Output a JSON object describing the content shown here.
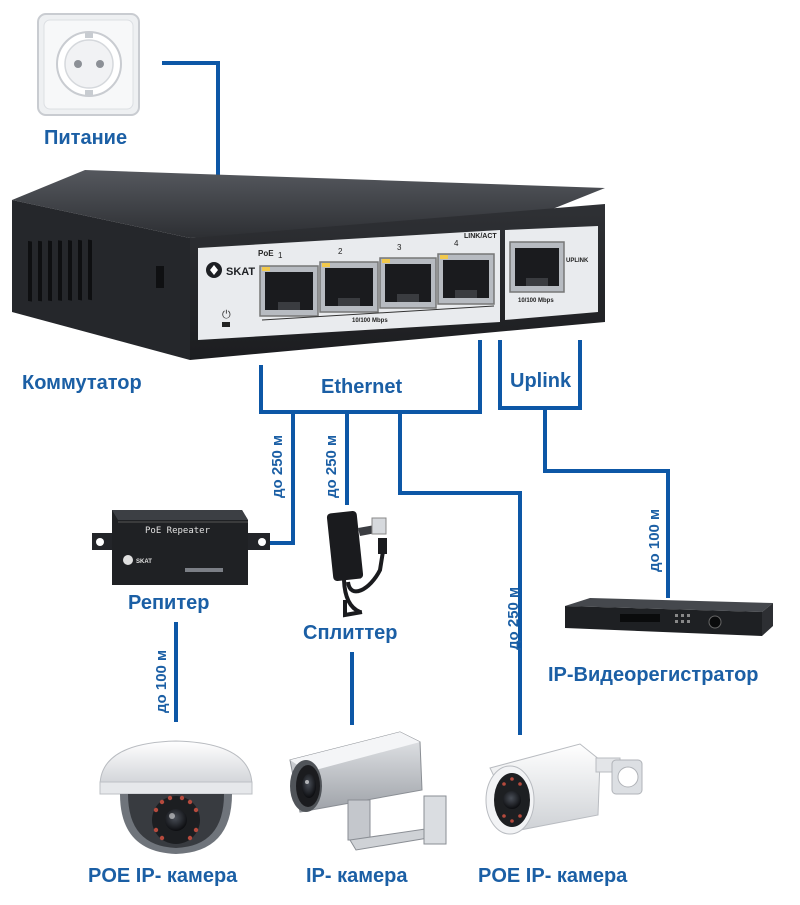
{
  "labels": {
    "power": "Питание",
    "switch": "Коммутатор",
    "ethernet": "Ethernet",
    "uplink": "Uplink",
    "repeater": "Репитер",
    "splitter": "Сплиттер",
    "nvr": "IP-Видеорегистратор",
    "camera_poe_left": "POE IP- камера",
    "camera_ip": "IP- камера",
    "camera_poe_right": "POE IP- камера"
  },
  "distances": {
    "to_repeater": "до 250 м",
    "to_splitter": "до 250 м",
    "to_poe_camera": "до 250 м",
    "to_nvr": "до 100 м",
    "repeater_to_camera": "до 100 м"
  },
  "device_text": {
    "brand": "SKAT",
    "speed_main": "10/100 Mbps",
    "speed_uplink": "10/100 Mbps",
    "poe_marker": "PoE",
    "link_marker": "LINK/ACT",
    "uplink_marker": "UPLINK",
    "port_numbers": [
      "1",
      "2",
      "3",
      "4"
    ],
    "repeater_title": "PoE Repeater",
    "repeater_brand": "SKAT"
  },
  "colors": {
    "line": "#0d57a6",
    "label": "#1b5fa5",
    "device_body": "#2b2d31",
    "panel": "#e9ebee"
  },
  "icons": [
    "power-socket-icon",
    "network-switch-icon",
    "poe-repeater-icon",
    "poe-splitter-icon",
    "nvr-recorder-icon",
    "dome-camera-icon",
    "bullet-camera-icon",
    "box-camera-icon"
  ]
}
